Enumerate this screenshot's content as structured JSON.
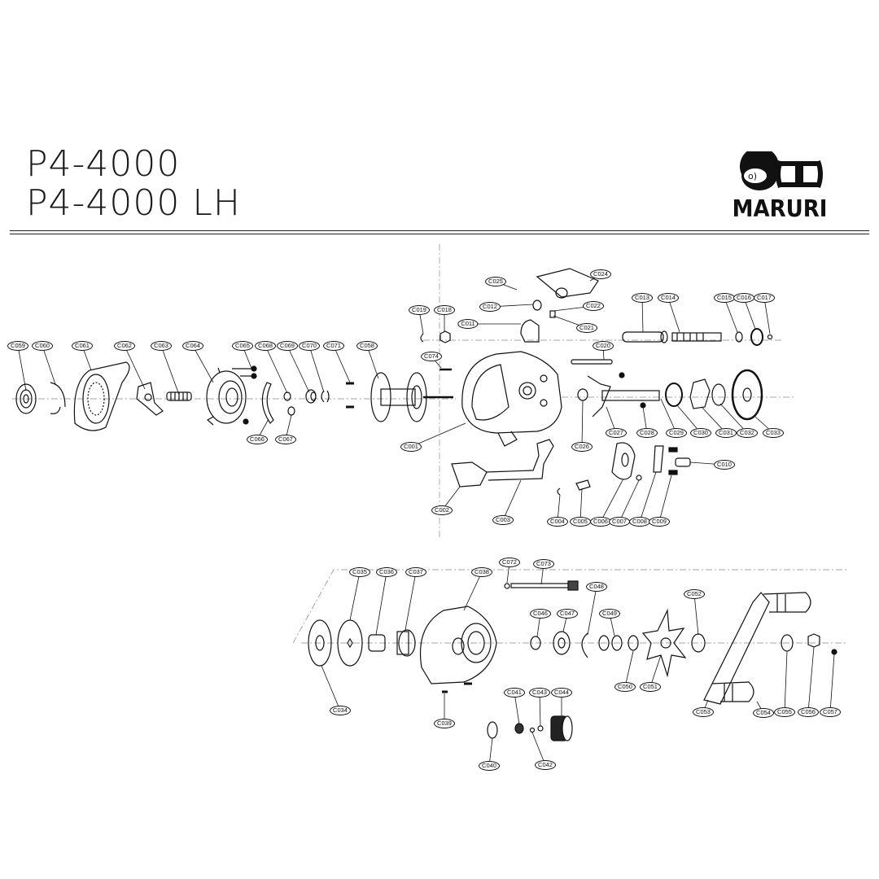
{
  "header": {
    "model": "P4-4000",
    "model_lh": "P4-4000 LH"
  },
  "logo": {
    "brand": "MARURI"
  },
  "labels": [
    "C059",
    "C060",
    "C061",
    "C062",
    "C063",
    "C064",
    "C065",
    "C068",
    "C069",
    "C070",
    "C071",
    "C058",
    "C066",
    "C067",
    "C001",
    "C019",
    "C018",
    "C074",
    "C025",
    "C024",
    "C012",
    "C022",
    "C011",
    "C021",
    "C013",
    "C014",
    "C015",
    "C016",
    "C017",
    "C020",
    "C027",
    "C028",
    "C029",
    "C030",
    "C031",
    "C032",
    "C033",
    "C026",
    "C010",
    "C002",
    "C003",
    "C004",
    "C005",
    "C006",
    "C007",
    "C008",
    "C009",
    "C035",
    "C036",
    "C037",
    "C038",
    "C072",
    "C073",
    "C048",
    "C046",
    "C047",
    "C049",
    "C052",
    "C050",
    "C051",
    "C034",
    "C039",
    "C041",
    "C043",
    "C044",
    "C040",
    "C042",
    "C053",
    "C054",
    "C055",
    "C056",
    "C057"
  ]
}
